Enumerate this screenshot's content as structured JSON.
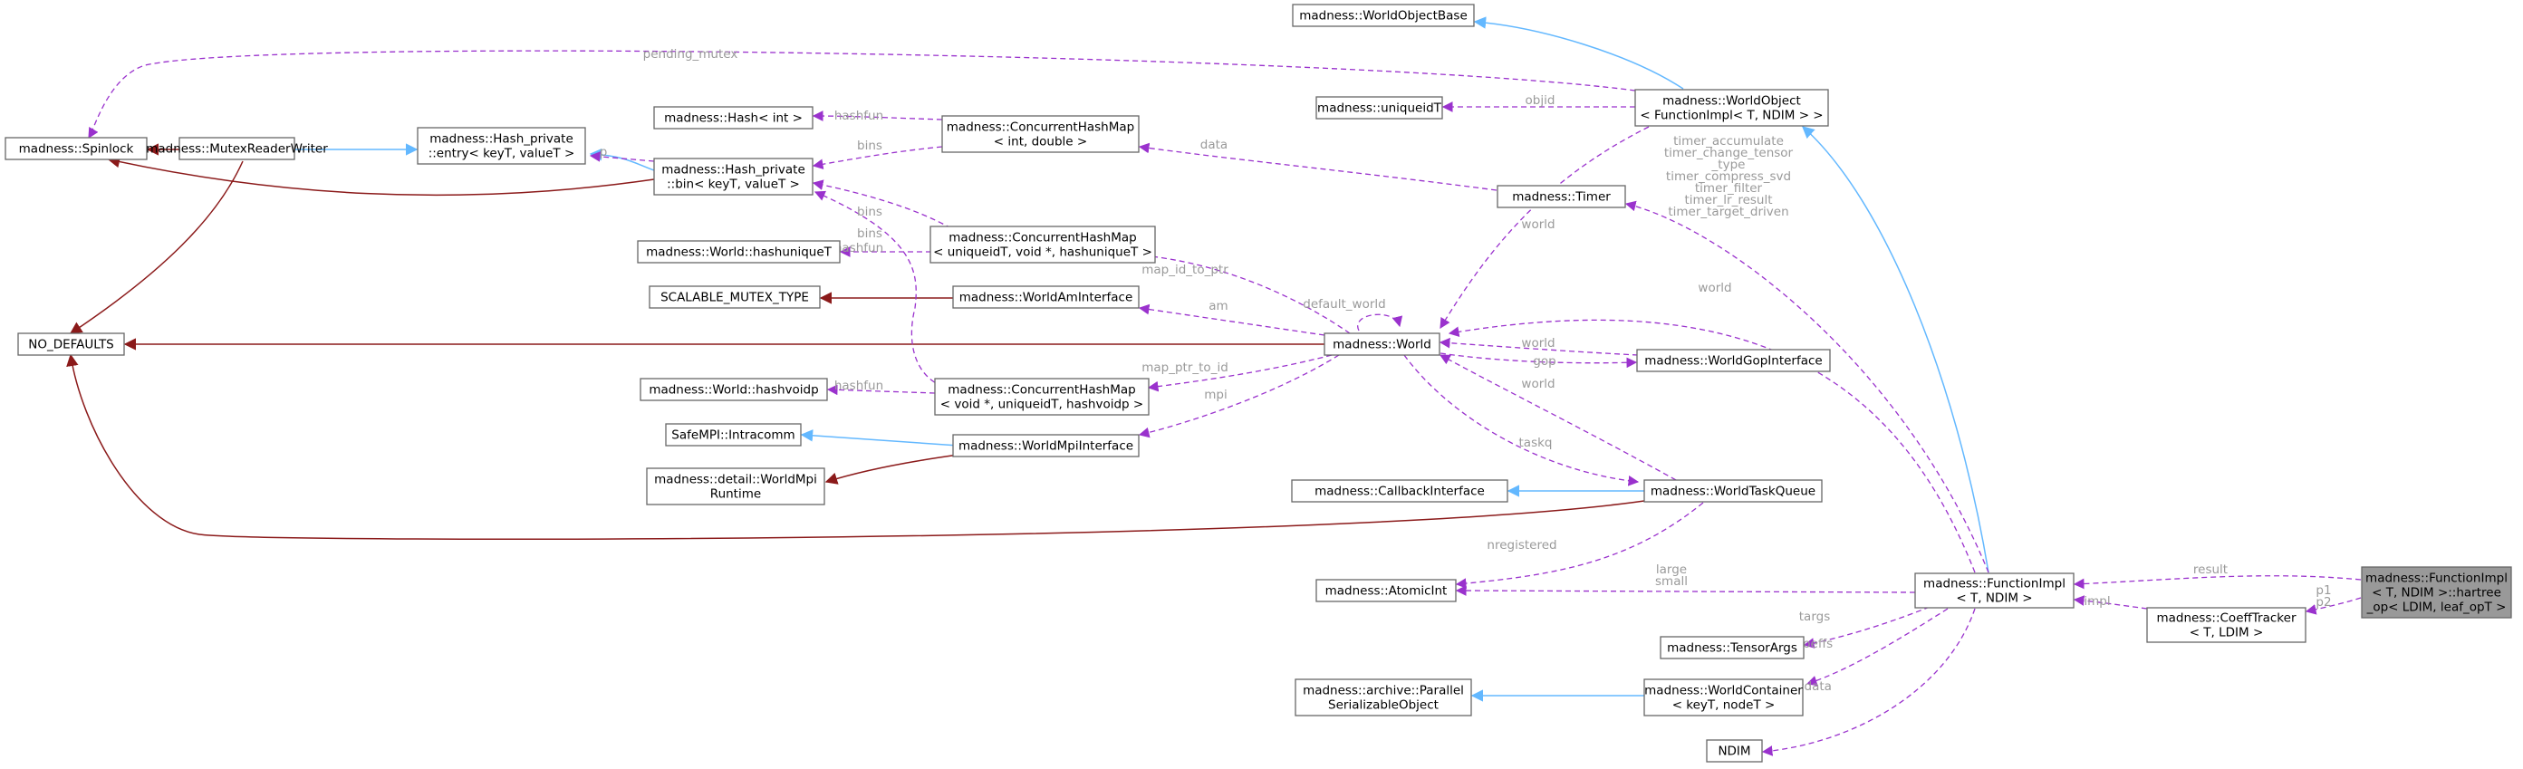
{
  "colors": {
    "inheritance": "#63b8ff",
    "usage": "#9a32cd",
    "private": "#8b1a1a",
    "label": "#9a9a9a"
  },
  "nodes": [
    {
      "id": "current",
      "lines": [
        "madness::FunctionImpl",
        "< T, NDIM >::hartree",
        "_op< LDIM, leaf_opT >"
      ],
      "current": true
    },
    {
      "id": "functionimpl",
      "lines": [
        "madness::FunctionImpl",
        "< T, NDIM >"
      ]
    },
    {
      "id": "coefftracker",
      "lines": [
        "madness::CoeffTracker",
        "< T, LDIM >"
      ]
    },
    {
      "id": "worldobjectbase",
      "lines": [
        "madness::WorldObjectBase"
      ]
    },
    {
      "id": "worldobject",
      "lines": [
        "madness::WorldObject",
        "< FunctionImpl< T, NDIM > >"
      ]
    },
    {
      "id": "uniquet",
      "lines": [
        "madness::uniqueidT"
      ]
    },
    {
      "id": "timer",
      "lines": [
        "madness::Timer"
      ]
    },
    {
      "id": "spinlock",
      "lines": [
        "madness::Spinlock"
      ]
    },
    {
      "id": "mutexrw",
      "lines": [
        "madness::MutexReaderWriter"
      ]
    },
    {
      "id": "hashentry",
      "lines": [
        "madness::Hash_private",
        "::entry< keyT, valueT >"
      ]
    },
    {
      "id": "hashbin",
      "lines": [
        "madness::Hash_private",
        "::bin< keyT, valueT >"
      ]
    },
    {
      "id": "hashint",
      "lines": [
        "madness::Hash< int >"
      ]
    },
    {
      "id": "chm_int",
      "lines": [
        "madness::ConcurrentHashMap",
        "< int, double >"
      ]
    },
    {
      "id": "chm_uid",
      "lines": [
        "madness::ConcurrentHashMap",
        "< uniqueidT, void *, hashuniqueT >"
      ]
    },
    {
      "id": "hashuniquet",
      "lines": [
        "madness::World::hashuniqueT"
      ]
    },
    {
      "id": "scalable",
      "lines": [
        "SCALABLE_MUTEX_TYPE"
      ]
    },
    {
      "id": "amint",
      "lines": [
        "madness::WorldAmInterface"
      ]
    },
    {
      "id": "nodefaults",
      "lines": [
        "NO_DEFAULTS"
      ]
    },
    {
      "id": "world",
      "lines": [
        "madness::World"
      ]
    },
    {
      "id": "gop",
      "lines": [
        "madness::WorldGopInterface"
      ]
    },
    {
      "id": "hashvoidp",
      "lines": [
        "madness::World::hashvoidp"
      ]
    },
    {
      "id": "chm_void",
      "lines": [
        "madness::ConcurrentHashMap",
        "< void *, uniqueidT, hashvoidp >"
      ]
    },
    {
      "id": "intracomm",
      "lines": [
        "SafeMPI::Intracomm"
      ]
    },
    {
      "id": "mpiint",
      "lines": [
        "madness::WorldMpiInterface"
      ]
    },
    {
      "id": "mpirt",
      "lines": [
        "madness::detail::WorldMpi",
        "Runtime"
      ]
    },
    {
      "id": "callback",
      "lines": [
        "madness::CallbackInterface"
      ]
    },
    {
      "id": "taskq",
      "lines": [
        "madness::WorldTaskQueue"
      ]
    },
    {
      "id": "atomicint",
      "lines": [
        "madness::AtomicInt"
      ]
    },
    {
      "id": "tensorargs",
      "lines": [
        "madness::TensorArgs"
      ]
    },
    {
      "id": "pso",
      "lines": [
        "madness::archive::Parallel",
        "SerializableObject"
      ]
    },
    {
      "id": "container",
      "lines": [
        "madness::WorldContainer",
        "< keyT, nodeT >"
      ]
    },
    {
      "id": "ndim",
      "lines": [
        "NDIM"
      ]
    }
  ],
  "edge_labels": [
    {
      "id": "result",
      "text": "result"
    },
    {
      "id": "p1p2",
      "lines": [
        "p1",
        "p2"
      ]
    },
    {
      "id": "impl",
      "text": "impl"
    },
    {
      "id": "pending_mutex",
      "text": "pending_mutex"
    },
    {
      "id": "obj_id",
      "text": "objid"
    },
    {
      "id": "data",
      "text": "data"
    },
    {
      "id": "hashfun1",
      "text": "hashfun"
    },
    {
      "id": "bins1",
      "text": "bins"
    },
    {
      "id": "bins2",
      "text": "bins"
    },
    {
      "id": "bins3",
      "text": "bins"
    },
    {
      "id": "p",
      "text": "p"
    },
    {
      "id": "hashfun2",
      "text": "hashfun"
    },
    {
      "id": "map_id_to_ptr",
      "text": "map_id_to_ptr"
    },
    {
      "id": "am",
      "text": "am"
    },
    {
      "id": "default_world",
      "text": "default_world"
    },
    {
      "id": "world1",
      "text": "world"
    },
    {
      "id": "timers",
      "lines": [
        "timer_accumulate",
        "timer_change_tensor",
        "_type",
        "timer_compress_svd",
        "timer_filter",
        "timer_lr_result",
        "timer_target_driven"
      ]
    },
    {
      "id": "world2",
      "text": "world"
    },
    {
      "id": "world3",
      "text": "world"
    },
    {
      "id": "gop",
      "text": "gop"
    },
    {
      "id": "world4",
      "text": "world"
    },
    {
      "id": "hashfun3",
      "text": "hashfun"
    },
    {
      "id": "map_ptr_to_id",
      "text": "map_ptr_to_id"
    },
    {
      "id": "mpi",
      "text": "mpi"
    },
    {
      "id": "taskq",
      "text": "taskq"
    },
    {
      "id": "nregistered",
      "text": "nregistered"
    },
    {
      "id": "largesmall",
      "lines": [
        "large",
        "small"
      ]
    },
    {
      "id": "targs",
      "text": "targs"
    },
    {
      "id": "coeffs",
      "text": "coeffs"
    },
    {
      "id": "cdata",
      "text": "cdata"
    }
  ]
}
